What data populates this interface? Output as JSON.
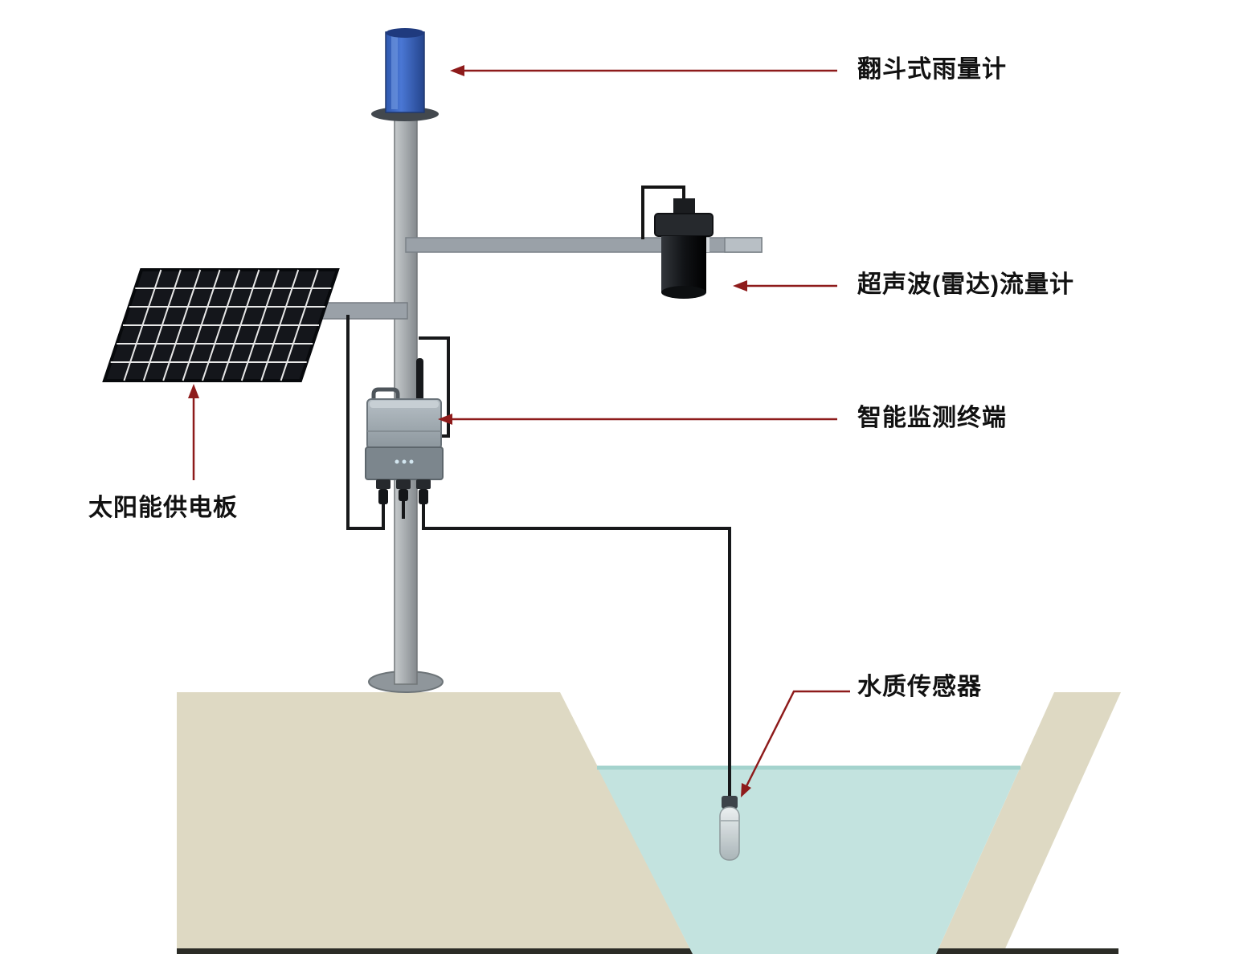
{
  "diagram": {
    "type": "hydrology-monitoring-station-schematic",
    "labels": {
      "rain_gauge": "翻斗式雨量计",
      "flow_meter": "超声波(雷达)流量计",
      "terminal": "智能监测终端",
      "solar_panel": "太阳能供电板",
      "water_sensor": "水质传感器"
    },
    "colors": {
      "annotation_red": "#8e1b1b",
      "label_text": "#111111",
      "rain_gauge_blue": "#3a67c4",
      "pole_gray": "#a6abae",
      "arm_gray": "#9aa1a8",
      "device_black": "#17191c",
      "solar_cell_dark": "#14161b",
      "terminal_gray": "#9fabb2",
      "ground_beige": "#ded9c3",
      "water_teal": "#c3e3df",
      "background": "#ffffff"
    }
  }
}
